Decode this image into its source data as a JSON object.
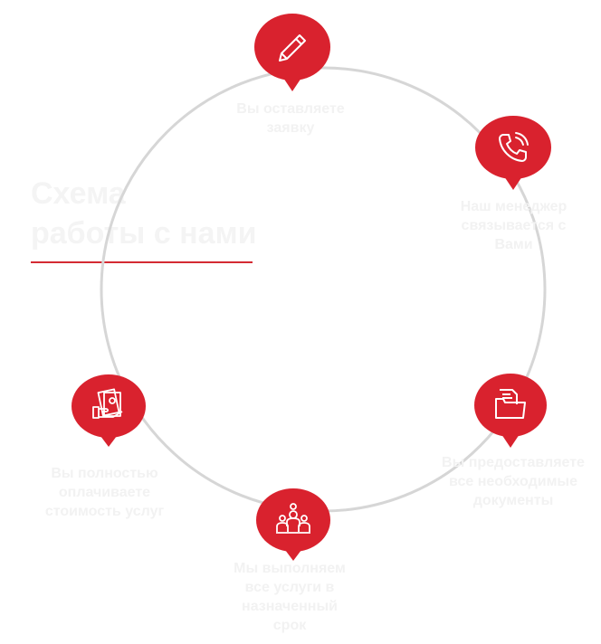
{
  "title_line1": "Схема",
  "title_line2": "работы с нами",
  "colors": {
    "accent": "#d9222e",
    "circle": "#d6d6d6",
    "caption": "#f2f2f2",
    "underline": "#d42a33"
  },
  "steps": [
    {
      "icon": "pencil-icon",
      "line1": "Вы оставляете",
      "line2": "заявку",
      "line3": "",
      "line4": ""
    },
    {
      "icon": "phone-icon",
      "line1": "Наш менеджер",
      "line2": "связывается с",
      "line3": "Вами",
      "line4": ""
    },
    {
      "icon": "documents-folder-icon",
      "line1": "Вы предоставляете",
      "line2": "все необходимые",
      "line3": "документы",
      "line4": ""
    },
    {
      "icon": "team-icon",
      "line1": "Мы выполняем",
      "line2": "все услуги в",
      "line3": "назначенный",
      "line4": "срок"
    },
    {
      "icon": "money-hand-icon",
      "line1": "Вы полностью",
      "line2": "оплачиваете",
      "line3": "стоимость услуг",
      "line4": ""
    }
  ]
}
